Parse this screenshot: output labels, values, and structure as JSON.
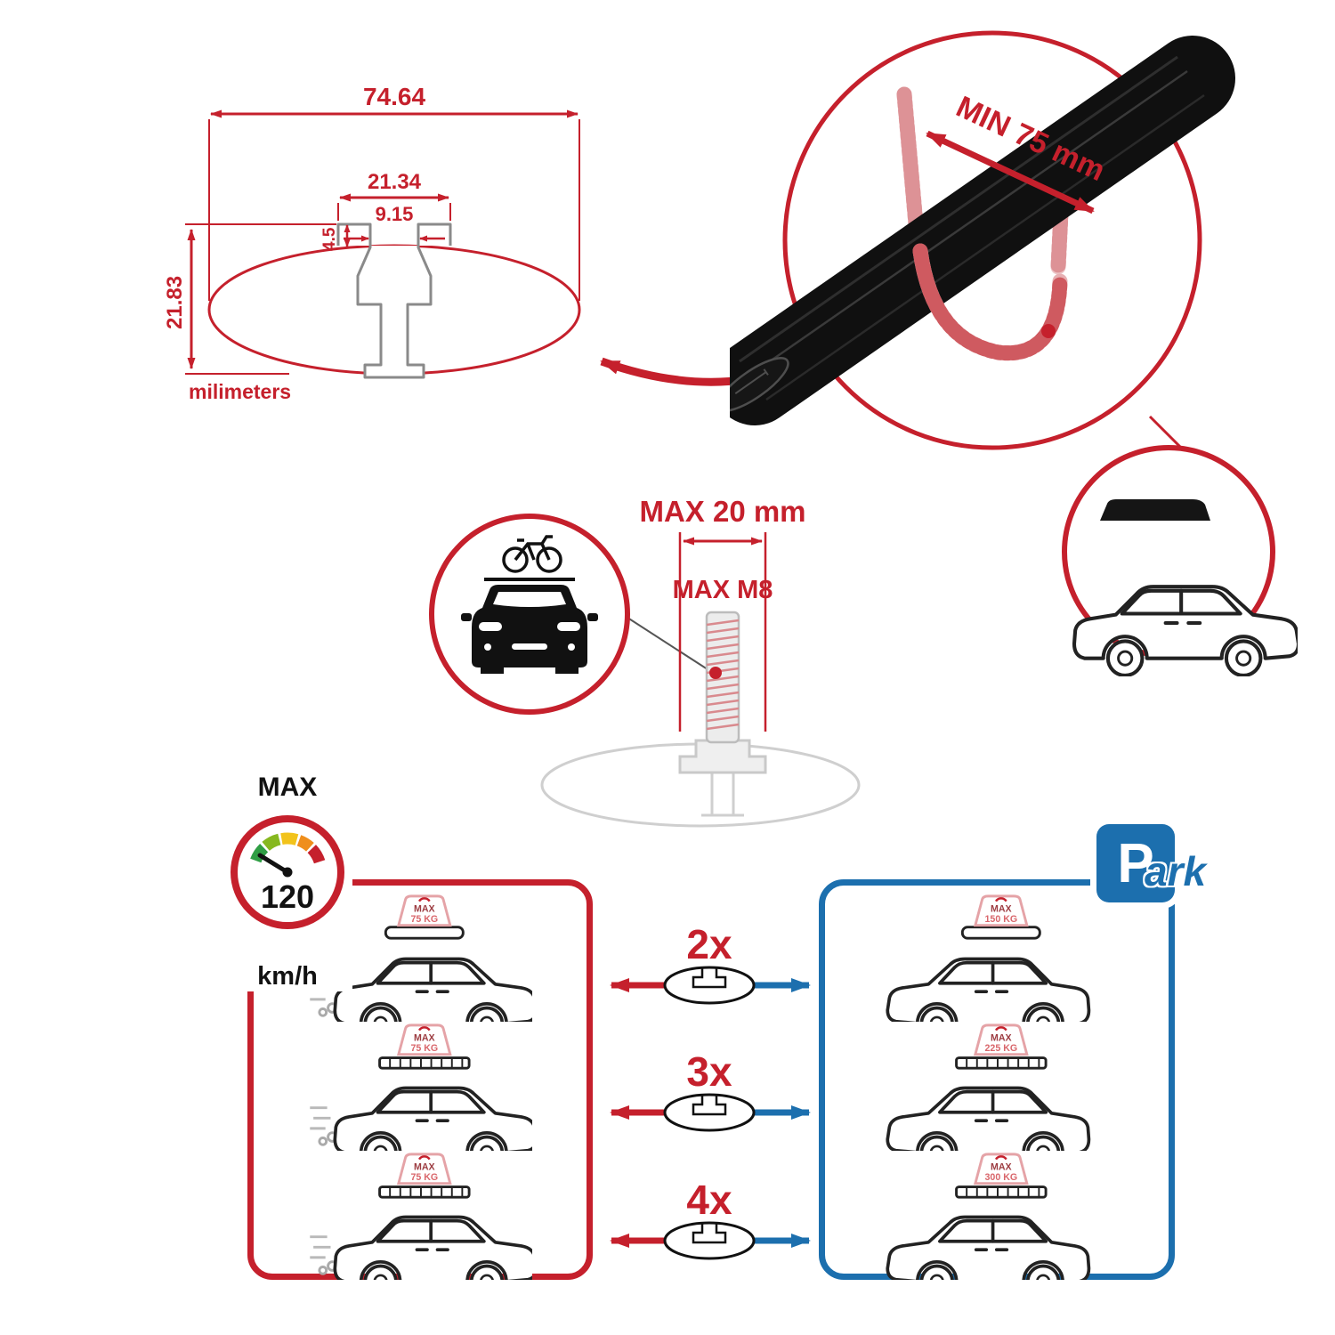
{
  "colors": {
    "red": "#c5202c",
    "blue": "#1c6fae",
    "pink": "#e5a3a7",
    "gray": "#8a8a8a",
    "black": "#111111"
  },
  "profile_dimensions": {
    "total_width": "74.64",
    "channel_width": "21.34",
    "slot_width": "9.15",
    "lip_depth": "4.5",
    "total_height": "21.83",
    "unit_label": "milimeters"
  },
  "crossbar_detail": {
    "clamp_span_label": "MIN 75 mm"
  },
  "bolt_detail": {
    "max_width_label": "MAX 20 mm",
    "max_thread_label": "MAX M8"
  },
  "speed_limit": {
    "heading": "MAX",
    "value": "120",
    "unit": "km/h"
  },
  "park_sign": {
    "letter": "P",
    "suffix": "ark"
  },
  "left_panel": {
    "rows": [
      {
        "box_line1": "MAX",
        "box_line2": "75 KG"
      },
      {
        "box_line1": "MAX",
        "box_line2": "75 KG"
      },
      {
        "box_line1": "MAX",
        "box_line2": "75 KG"
      }
    ]
  },
  "right_panel": {
    "rows": [
      {
        "box_line1": "MAX",
        "box_line2": "150 KG"
      },
      {
        "box_line1": "MAX",
        "box_line2": "225 KG"
      },
      {
        "box_line1": "MAX",
        "box_line2": "300 KG"
      }
    ]
  },
  "bar_options": [
    {
      "count_label": "2x"
    },
    {
      "count_label": "3x"
    },
    {
      "count_label": "4x"
    }
  ]
}
